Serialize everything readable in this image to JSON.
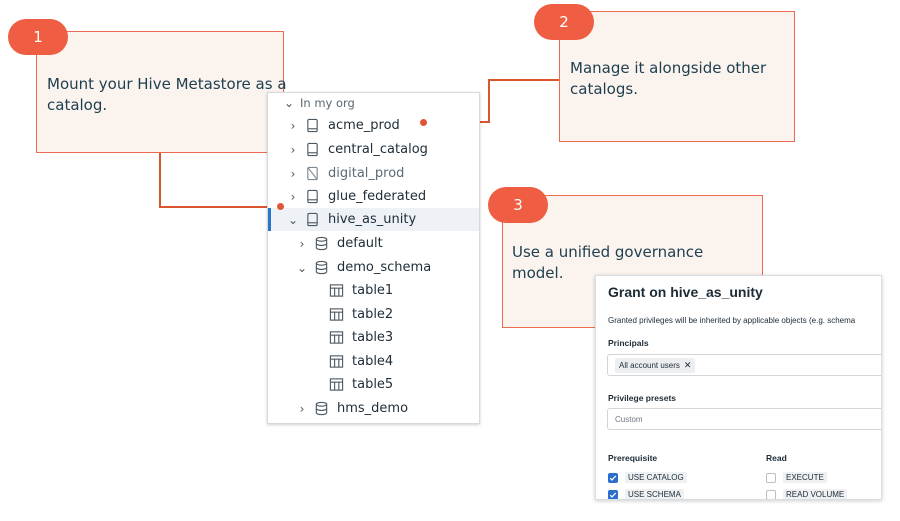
{
  "callouts": [
    {
      "badge": "1",
      "text": "Mount your Hive Metastore as a catalog."
    },
    {
      "badge": "2",
      "text": "Manage it alongside other catalogs."
    },
    {
      "badge": "3",
      "text": "Use a unified governance model."
    }
  ],
  "colors": {
    "accent": "#ef5d42",
    "callout_border": "#ec6a50",
    "callout_fill": "#fbf3ee",
    "selected_bar": "#2a74c9",
    "checkbox_on": "#2a6fce"
  },
  "tree": {
    "header": "In my org",
    "catalogs": [
      {
        "label": "acme_prod",
        "icon": "catalog-icon"
      },
      {
        "label": "central_catalog",
        "icon": "catalog-icon"
      },
      {
        "label": "digital_prod",
        "icon": "catalog-disabled-icon"
      },
      {
        "label": "glue_federated",
        "icon": "catalog-icon"
      },
      {
        "label": "hive_as_unity",
        "icon": "catalog-icon",
        "selected": true
      }
    ],
    "schemas": [
      {
        "label": "default",
        "icon": "database-icon"
      },
      {
        "label": "demo_schema",
        "icon": "database-icon"
      }
    ],
    "tables": [
      "table1",
      "table2",
      "table3",
      "table4",
      "table5"
    ],
    "last_schema": {
      "label": "hms_demo",
      "icon": "database-icon"
    }
  },
  "grant": {
    "title": "Grant on hive_as_unity",
    "description": "Granted privileges will be inherited by applicable objects (e.g. schema",
    "principals_label": "Principals",
    "principal_chip": "All account users",
    "presets_label": "Privilege presets",
    "presets_placeholder": "Custom",
    "prerequisite_label": "Prerequisite",
    "read_label": "Read",
    "prerequisite_items": [
      {
        "label": "USE CATALOG",
        "checked": true
      },
      {
        "label": "USE SCHEMA",
        "checked": true
      }
    ],
    "read_items": [
      {
        "label": "EXECUTE",
        "checked": false
      },
      {
        "label": "READ VOLUME",
        "checked": false
      }
    ]
  }
}
